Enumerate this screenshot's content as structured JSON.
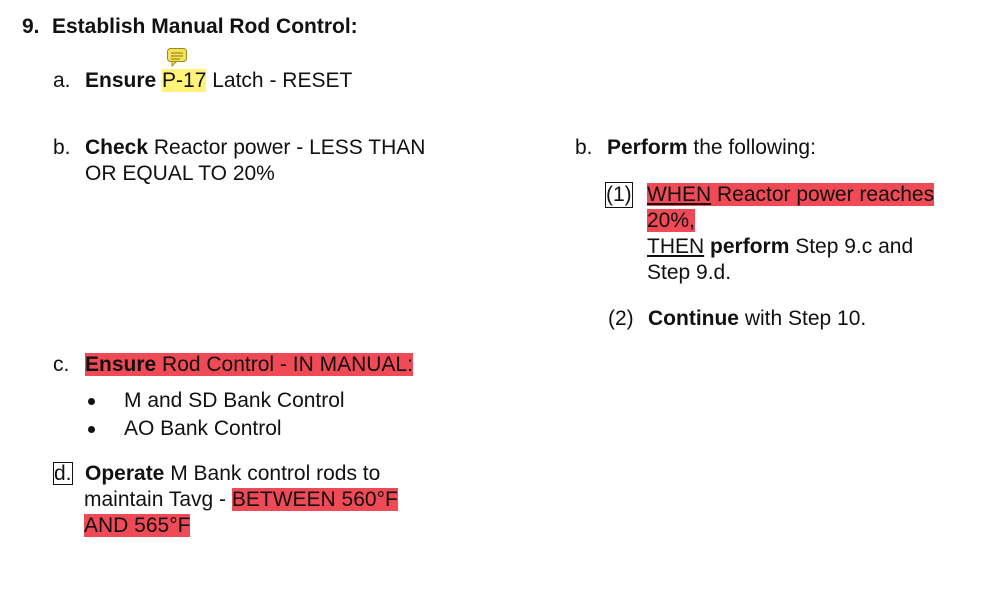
{
  "step": {
    "number": "9.",
    "title": "Establish Manual Rod Control:"
  },
  "item_a": {
    "letter": "a.",
    "verb": "Ensure",
    "highlight": "P-17",
    "rest": " Latch - RESET"
  },
  "item_b_left": {
    "letter": "b.",
    "verb": "Check",
    "line1_rest": " Reactor power - LESS THAN",
    "line2": "OR EQUAL TO 20%"
  },
  "item_b_right": {
    "letter": "b.",
    "verb": "Perform",
    "rest": " the following:",
    "sub1": {
      "number": "(1)",
      "when": "WHEN",
      "when_rest": " Reactor power reaches",
      "when_line2": "20%,",
      "then": "THEN",
      "then_verb": "perform",
      "then_rest": " Step 9.c and",
      "then_line2": "Step 9.d."
    },
    "sub2": {
      "number": "(2)",
      "verb": "Continue",
      "rest": " with Step 10."
    }
  },
  "item_c": {
    "letter": "c.",
    "verb": "Ensure",
    "rest": " Rod Control - IN MANUAL:",
    "bullets": [
      "M and SD Bank Control",
      "AO Bank Control"
    ]
  },
  "item_d": {
    "letter": "d.",
    "verb": "Operate",
    "line1_rest": " M Bank control rods to",
    "line2_plain": "maintain Tavg - ",
    "line2_highlight": "BETWEEN 560°F",
    "line3_highlight": "AND 565°F"
  },
  "colors": {
    "red_highlight": "#ef4a55",
    "yellow_highlight": "#fff37a",
    "note_icon": "#f5e25a"
  },
  "icons": {
    "comment_note": "comment-note-icon"
  }
}
